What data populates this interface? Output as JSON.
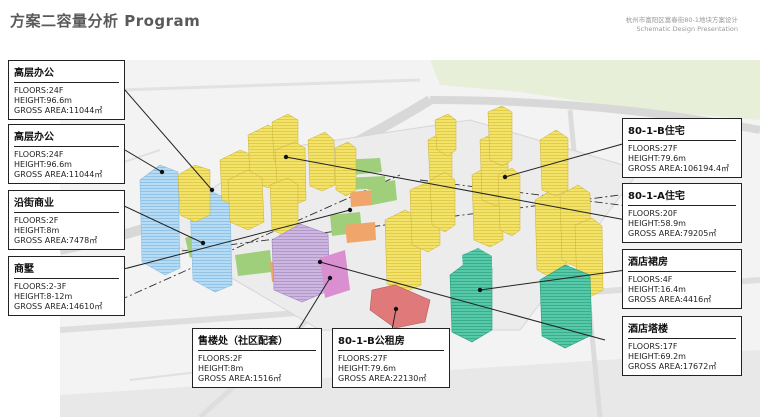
{
  "header": {
    "title": "方案二容量分析 Program",
    "subtitle_line1": "杭州市富阳区富春街80-1地块方案设计",
    "subtitle_line2": "Schematic Design Presentation"
  },
  "colors": {
    "office": "#a9d4f2",
    "residential": "#f2e35a",
    "commercial": "#9fcf7a",
    "sales_office": "#c9b0dc",
    "rental": "#e07a7a",
    "hotel": "#4ec7a6",
    "retail_orange": "#f0a56a"
  },
  "buildings": [
    {
      "name": "高层办公",
      "floors": "FLOORS:24F",
      "height": "HEIGHT:96.6m",
      "area": "GROSS AREA:11044㎡"
    },
    {
      "name": "高层办公",
      "floors": "FLOORS:24F",
      "height": "HEIGHT:96.6m",
      "area": "GROSS AREA:11044㎡"
    },
    {
      "name": "沿街商业",
      "floors": "FLOORS:2F",
      "height": "HEIGHT:8m",
      "area": "GROSS AREA:7478㎡"
    },
    {
      "name": "商墅",
      "floors": "FLOORS:2-3F",
      "height": "HEIGHT:8-12m",
      "area": "GROSS AREA:14610㎡"
    },
    {
      "name": "售楼处（社区配套）",
      "floors": "FLOORS:2F",
      "height": "HEIGHT:8m",
      "area": "GROSS AREA:1516㎡"
    },
    {
      "name": "80-1-B公租房",
      "floors": "FLOORS:27F",
      "height": "HEIGHT:79.6m",
      "area": "GROSS AREA:22130㎡"
    },
    {
      "name": "80-1-B住宅",
      "floors": "FLOORS:27F",
      "height": "HEIGHT:79.6m",
      "area": "GROSS AREA:106194.4㎡"
    },
    {
      "name": "80-1-A住宅",
      "floors": "FLOORS:20F",
      "height": "HEIGHT:58.9m",
      "area": "GROSS AREA:79205㎡"
    },
    {
      "name": "酒店裙房",
      "floors": "FLOORS:4F",
      "height": "HEIGHT:16.4m",
      "area": "GROSS AREA:4416㎡"
    },
    {
      "name": "酒店塔楼",
      "floors": "FLOORS:17F",
      "height": "HEIGHT:69.2m",
      "area": "GROSS AREA:17672㎡"
    }
  ]
}
